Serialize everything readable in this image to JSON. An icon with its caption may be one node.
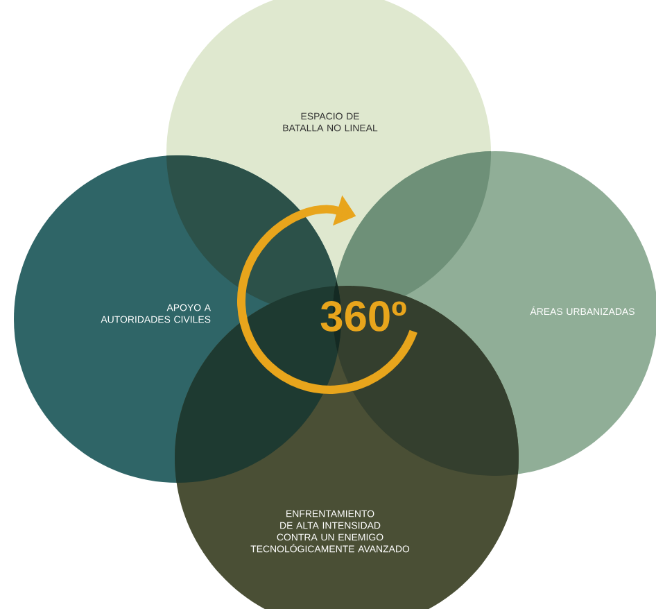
{
  "diagram": {
    "nodes": [
      {
        "text": [
          "ESPACIO DE BATALLA NO LINEAL"
        ]
      },
      {
        "text": [
          "APOYO A AUTORIDADES CIVILES"
        ]
      },
      {
        "text": [
          "ÁREAS URBANIZADAS"
        ]
      },
      {
        "text": [
          "ENFRENTAMIENTO DE ALTA INTENSIDAD CONTRA UN ENEMIGO TECNOLÓGICAMENTE AVANZADO"
        ]
      }
    ],
    "labels": [
      "360º"
    ]
  }
}
